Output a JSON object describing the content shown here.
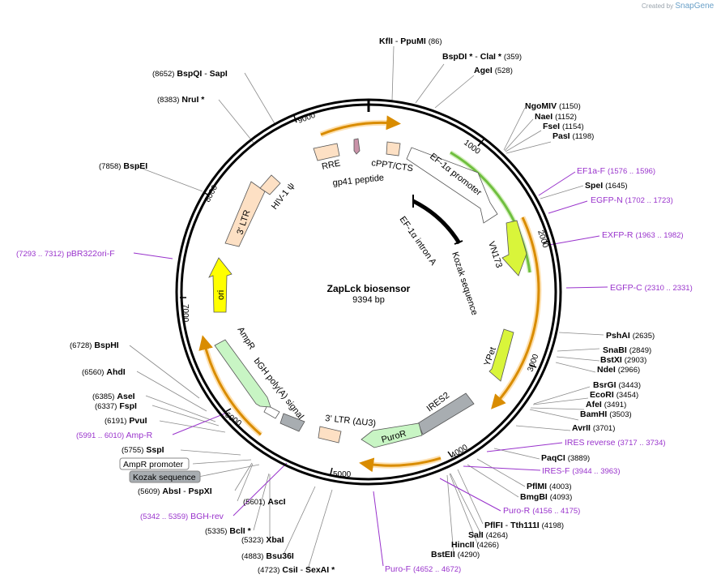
{
  "header": {
    "created_by": "Created by",
    "brand": "SnapGene"
  },
  "plasmid": {
    "name": "ZapLck biosensor",
    "length_label": "9394 bp",
    "length": 9394
  },
  "ticks": [
    "1000",
    "2000",
    "3000",
    "4000",
    "5000",
    "6000",
    "7000",
    "8000",
    "9000"
  ],
  "features": [
    {
      "id": "ef1a-promoter",
      "label": "EF-1α promoter",
      "type": "promoter",
      "color": "#ffffff"
    },
    {
      "id": "vn173",
      "label": "VN173",
      "type": "cds",
      "color": "#d9f53a"
    },
    {
      "id": "ypet",
      "label": "YPet",
      "type": "cds",
      "color": "#d9f53a"
    },
    {
      "id": "ires2",
      "label": "IRES2",
      "type": "misc",
      "color": "#a8adb1"
    },
    {
      "id": "puror",
      "label": "PuroR",
      "type": "cds",
      "color": "#c8f5c4"
    },
    {
      "id": "ltr3",
      "label": "3' LTR (ΔU3)",
      "type": "ltr",
      "color": "#fde0c4"
    },
    {
      "id": "bgh",
      "label": "bGH poly(A) signal",
      "type": "terminator",
      "color": "#ffffff"
    },
    {
      "id": "ampr",
      "label": "AmpR",
      "type": "cds",
      "color": "#c8f5c4"
    },
    {
      "id": "ori",
      "label": "ori",
      "type": "rep_origin",
      "color": "#ffff00"
    },
    {
      "id": "ltr3b",
      "label": "3' LTR",
      "type": "ltr",
      "color": "#fde0c4"
    },
    {
      "id": "hiv1psi",
      "label": "HIV-1 ψ",
      "type": "misc",
      "color": "#fde0c4"
    },
    {
      "id": "rre",
      "label": "RRE",
      "type": "misc",
      "color": "#fde0c4"
    },
    {
      "id": "gp41",
      "label": "gp41 peptide",
      "type": "misc",
      "color": "#c993a8"
    },
    {
      "id": "cppt",
      "label": "cPPT/CTS",
      "type": "misc",
      "color": "#fde0c4"
    },
    {
      "id": "ef1a-intron",
      "label": "EF-1α intron A",
      "type": "intron",
      "color": "#000000"
    },
    {
      "id": "kozak",
      "label": "Kozak sequence",
      "type": "misc",
      "color": "#a8adb1"
    }
  ],
  "boxed_labels": [
    {
      "id": "ampr-promoter",
      "label": "AmpR promoter"
    },
    {
      "id": "kozak-sequence",
      "label": "Kozak sequence"
    }
  ],
  "sites": [
    {
      "id": "kfli",
      "pos": "(86)",
      "names": [
        {
          "n": "KflI"
        },
        {
          "n": " - "
        },
        {
          "n": "PpuMI"
        }
      ]
    },
    {
      "id": "bspdi",
      "pos": "(359)",
      "names": [
        {
          "n": "BspDI *"
        },
        {
          "n": " - "
        },
        {
          "n": "ClaI *"
        }
      ]
    },
    {
      "id": "agei",
      "pos": "(528)",
      "names": [
        {
          "n": "AgeI"
        }
      ]
    },
    {
      "id": "ngomiv",
      "pos": "(1150)",
      "names": [
        {
          "n": "NgoMIV"
        }
      ]
    },
    {
      "id": "naei",
      "pos": "(1152)",
      "names": [
        {
          "n": "NaeI"
        }
      ]
    },
    {
      "id": "fsei",
      "pos": "(1154)",
      "names": [
        {
          "n": "FseI"
        }
      ]
    },
    {
      "id": "pasi",
      "pos": "(1198)",
      "names": [
        {
          "n": "PasI"
        }
      ]
    },
    {
      "id": "spei",
      "pos": "(1645)",
      "names": [
        {
          "n": "SpeI"
        }
      ]
    },
    {
      "id": "pshai",
      "pos": "(2635)",
      "names": [
        {
          "n": "PshAI"
        }
      ]
    },
    {
      "id": "snabi",
      "pos": "(2849)",
      "names": [
        {
          "n": "SnaBI"
        }
      ]
    },
    {
      "id": "bstxi",
      "pos": "(2903)",
      "names": [
        {
          "n": "BstXI"
        }
      ]
    },
    {
      "id": "ndei",
      "pos": "(2966)",
      "names": [
        {
          "n": "NdeI"
        }
      ]
    },
    {
      "id": "bsrgi",
      "pos": "(3443)",
      "names": [
        {
          "n": "BsrGI"
        }
      ]
    },
    {
      "id": "ecori",
      "pos": "(3454)",
      "names": [
        {
          "n": "EcoRI"
        }
      ]
    },
    {
      "id": "afei",
      "pos": "(3491)",
      "names": [
        {
          "n": "AfeI"
        }
      ]
    },
    {
      "id": "bamhi",
      "pos": "(3503)",
      "names": [
        {
          "n": "BamHI"
        }
      ]
    },
    {
      "id": "avrii",
      "pos": "(3701)",
      "names": [
        {
          "n": "AvrII"
        }
      ]
    },
    {
      "id": "paqci",
      "pos": "(3889)",
      "names": [
        {
          "n": "PaqCI"
        }
      ]
    },
    {
      "id": "pflmi",
      "pos": "(4003)",
      "names": [
        {
          "n": "PflMI"
        }
      ]
    },
    {
      "id": "bmgbi",
      "pos": "(4093)",
      "names": [
        {
          "n": "BmgBI"
        }
      ]
    },
    {
      "id": "pflfi",
      "pos": "(4198)",
      "names": [
        {
          "n": "PflFI"
        },
        {
          "n": " - "
        },
        {
          "n": "Tth111I"
        }
      ]
    },
    {
      "id": "sali",
      "pos": "(4264)",
      "names": [
        {
          "n": "SalI"
        }
      ]
    },
    {
      "id": "hincii",
      "pos": "(4266)",
      "names": [
        {
          "n": "HincII"
        }
      ]
    },
    {
      "id": "bsteii",
      "pos": "(4290)",
      "names": [
        {
          "n": "BstEII"
        }
      ]
    },
    {
      "id": "csii",
      "pos": "(4723)",
      "names": [
        {
          "n": "CsiI"
        },
        {
          "n": " - "
        },
        {
          "n": "SexAI *"
        }
      ]
    },
    {
      "id": "bsu36i",
      "pos": "(4883)",
      "names": [
        {
          "n": "Bsu36I"
        }
      ]
    },
    {
      "id": "xbai",
      "pos": "(5323)",
      "names": [
        {
          "n": "XbaI"
        }
      ]
    },
    {
      "id": "bcli",
      "pos": "(5335)",
      "names": [
        {
          "n": "BclI *"
        }
      ]
    },
    {
      "id": "asci",
      "pos": "(5601)",
      "names": [
        {
          "n": "AscI"
        }
      ]
    },
    {
      "id": "absi",
      "pos": "(5609)",
      "names": [
        {
          "n": "AbsI"
        },
        {
          "n": " - "
        },
        {
          "n": "PspXI"
        }
      ]
    },
    {
      "id": "sspi",
      "pos": "(5755)",
      "names": [
        {
          "n": "SspI"
        }
      ]
    },
    {
      "id": "pvui",
      "pos": "(6191)",
      "names": [
        {
          "n": "PvuI"
        }
      ]
    },
    {
      "id": "fspi",
      "pos": "(6337)",
      "names": [
        {
          "n": "FspI"
        }
      ]
    },
    {
      "id": "asei",
      "pos": "(6385)",
      "names": [
        {
          "n": "AseI"
        }
      ]
    },
    {
      "id": "ahdi",
      "pos": "(6560)",
      "names": [
        {
          "n": "AhdI"
        }
      ]
    },
    {
      "id": "bsphi",
      "pos": "(6728)",
      "names": [
        {
          "n": "BspHI"
        }
      ]
    },
    {
      "id": "bspei",
      "pos": "(7858)",
      "names": [
        {
          "n": "BspEI"
        }
      ]
    },
    {
      "id": "nrui",
      "pos": "(8383)",
      "names": [
        {
          "n": "NruI *"
        }
      ]
    },
    {
      "id": "bspqi",
      "pos": "(8652)",
      "names": [
        {
          "n": "BspQI"
        },
        {
          "n": " - "
        },
        {
          "n": "SapI"
        }
      ]
    }
  ],
  "primers": [
    {
      "id": "ef1a-f",
      "label": "EF1a-F",
      "range": "(1576 .. 1596)"
    },
    {
      "id": "egfp-n",
      "label": "EGFP-N",
      "range": "(1702 .. 1723)"
    },
    {
      "id": "exfp-r",
      "label": "EXFP-R",
      "range": "(1963 .. 1982)"
    },
    {
      "id": "egfp-c",
      "label": "EGFP-C",
      "range": "(2310 .. 2331)"
    },
    {
      "id": "ires-reverse",
      "label": "IRES reverse",
      "range": "(3717 .. 3734)"
    },
    {
      "id": "ires-f",
      "label": "IRES-F",
      "range": "(3944 .. 3963)"
    },
    {
      "id": "puro-r",
      "label": "Puro-R",
      "range": "(4156 .. 4175)"
    },
    {
      "id": "puro-f",
      "label": "Puro-F",
      "range": "(4652 .. 4672)"
    },
    {
      "id": "bgh-rev",
      "label": "BGH-rev",
      "range": "(5342 .. 5359)"
    },
    {
      "id": "amp-r",
      "label": "Amp-R",
      "range": "(5991 .. 6010)"
    },
    {
      "id": "pbr322ori-f",
      "label": "pBR322ori-F",
      "range": "(7293 .. 7312)"
    }
  ],
  "colors": {
    "backbone": "#000000",
    "enzyme": "#000000",
    "primer": "#9933cc",
    "leader": "#777777",
    "orf": "#e6a020",
    "orf_green": "#6fbf3f"
  }
}
